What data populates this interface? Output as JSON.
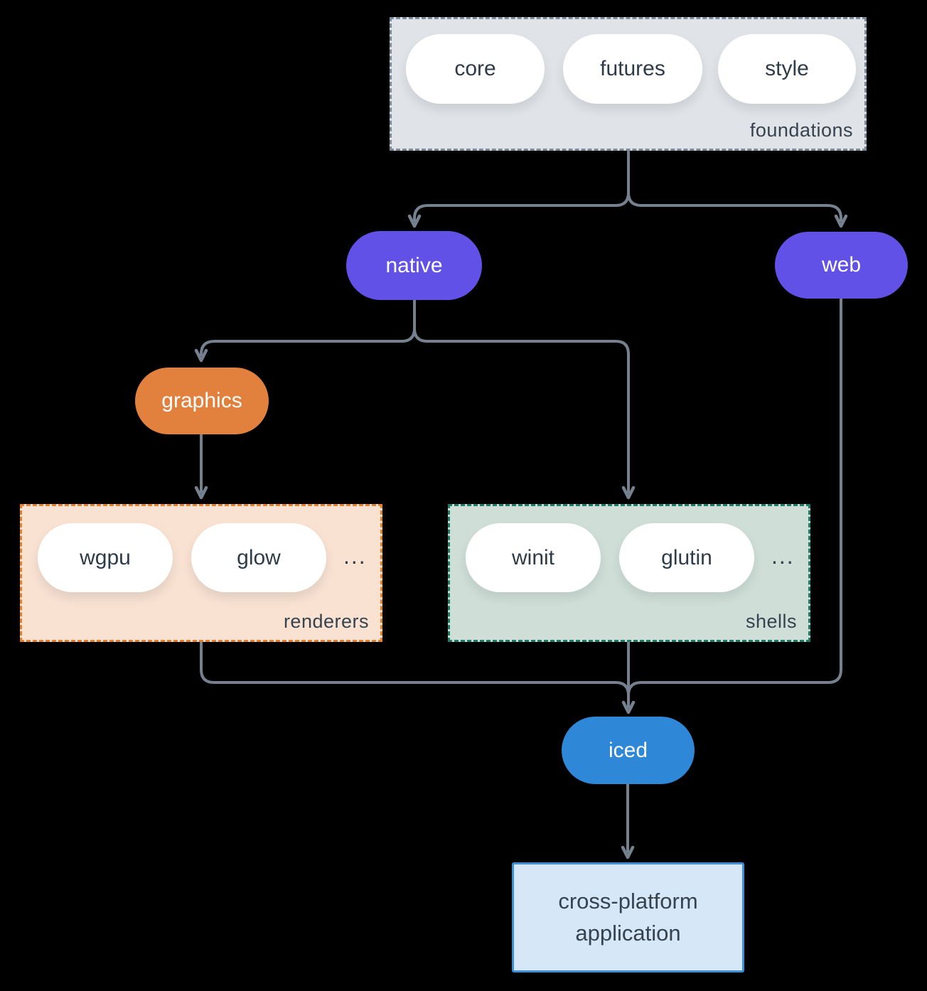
{
  "canvas": {
    "background": "#000000",
    "connector_color": "#75818f"
  },
  "groups": {
    "foundations": {
      "label": "foundations",
      "fill": "#e0e3e7",
      "border": "#7d8b99",
      "items": [
        "core",
        "futures",
        "style"
      ]
    },
    "renderers": {
      "label": "renderers",
      "fill": "#f9e2d2",
      "border": "#e5812e",
      "items": [
        "wgpu",
        "glow"
      ],
      "ellipsis": "..."
    },
    "shells": {
      "label": "shells",
      "fill": "#cfdfd8",
      "border": "#1f7a68",
      "items": [
        "winit",
        "glutin"
      ],
      "ellipsis": "..."
    }
  },
  "nodes": {
    "native": {
      "label": "native",
      "fill": "#6251e7"
    },
    "web": {
      "label": "web",
      "fill": "#6251e7"
    },
    "graphics": {
      "label": "graphics",
      "fill": "#e2813d"
    },
    "iced": {
      "label": "iced",
      "fill": "#2e87d7"
    },
    "application": {
      "label_line1": "cross-platform",
      "label_line2": "application",
      "fill": "#d6e7f8",
      "border": "#3e8ed9"
    }
  },
  "edges": [
    "foundations -> native",
    "foundations -> web",
    "native -> graphics",
    "native -> shells",
    "graphics -> renderers",
    "renderers -> iced",
    "shells -> iced",
    "web -> iced",
    "iced -> application"
  ]
}
